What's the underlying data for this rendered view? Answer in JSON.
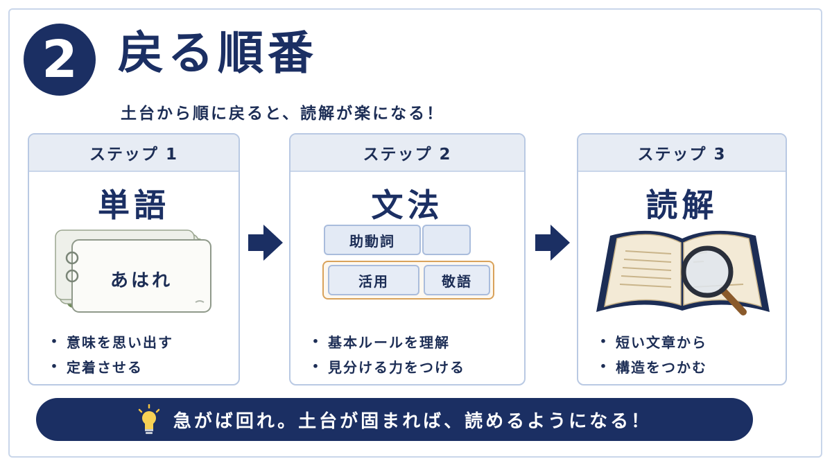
{
  "header": {
    "badge_number": "2",
    "title": "戻る順番",
    "subtitle": "土台から順に戻ると、読解が楽になる！"
  },
  "steps": [
    {
      "label": "ステップ 1",
      "title": "単語",
      "card_text": "あはれ",
      "bullets": [
        "意味を思い出す",
        "定着させる"
      ],
      "illustration": "flashcards-icon"
    },
    {
      "label": "ステップ 2",
      "title": "文法",
      "grammar_blocks": [
        "助動詞",
        "",
        "活用",
        "敬語"
      ],
      "bullets": [
        "基本ルールを理解",
        "見分ける力をつける"
      ],
      "illustration": "grammar-blocks"
    },
    {
      "label": "ステップ 3",
      "title": "読解",
      "bullets": [
        "短い文章から",
        "構造をつかむ"
      ],
      "illustration": "book-magnifier-icon"
    }
  ],
  "footer": {
    "tip": "急がば回れ。土台が固まれば、読めるようになる！",
    "icon": "lightbulb-icon"
  },
  "colors": {
    "navy": "#1b2f63",
    "card_border": "#b9c9e3",
    "card_header": "#e7ecf4",
    "accent_orange": "#d9a25a",
    "card_green": "#6f8a58"
  }
}
